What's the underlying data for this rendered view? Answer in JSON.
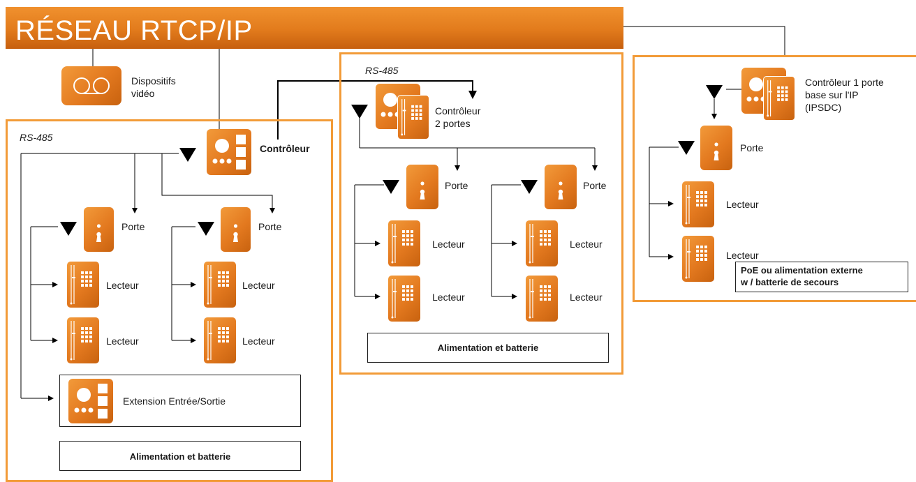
{
  "banner": {
    "title": "RÉSEAU RTCP/IP",
    "color": "#e27b1c"
  },
  "colors": {
    "accent": "#e27b1c",
    "panel_border": "#f29b38",
    "line": "#000000"
  },
  "video": {
    "label_line1": "Dispositifs",
    "label_line2": "vidéo",
    "icon": "video-recorder-icon"
  },
  "panel_left": {
    "bus_label": "RS-485",
    "controller_label": "Contrôleur",
    "door1": {
      "door_label": "Porte",
      "reader1_label": "Lecteur",
      "reader2_label": "Lecteur"
    },
    "door2": {
      "door_label": "Porte",
      "reader1_label": "Lecteur",
      "reader2_label": "Lecteur"
    },
    "extension_label": "Extension Entrée/Sortie",
    "power_label": "Alimentation et batterie"
  },
  "panel_middle": {
    "bus_label": "RS-485",
    "controller_line1": "Contrôleur",
    "controller_line2": "2 portes",
    "door1": {
      "door_label": "Porte",
      "reader1_label": "Lecteur",
      "reader2_label": "Lecteur"
    },
    "door2": {
      "door_label": "Porte",
      "reader1_label": "Lecteur",
      "reader2_label": "Lecteur"
    },
    "power_label": "Alimentation et batterie"
  },
  "panel_right": {
    "controller_line1": "Contrôleur 1 porte",
    "controller_line2": "base sur l'IP",
    "controller_line3": "(IPSDC)",
    "door_label": "Porte",
    "reader1_label": "Lecteur",
    "reader2_label": "Lecteur",
    "power_line1": "PoE ou alimentation externe",
    "power_line2": "w / batterie de secours"
  }
}
